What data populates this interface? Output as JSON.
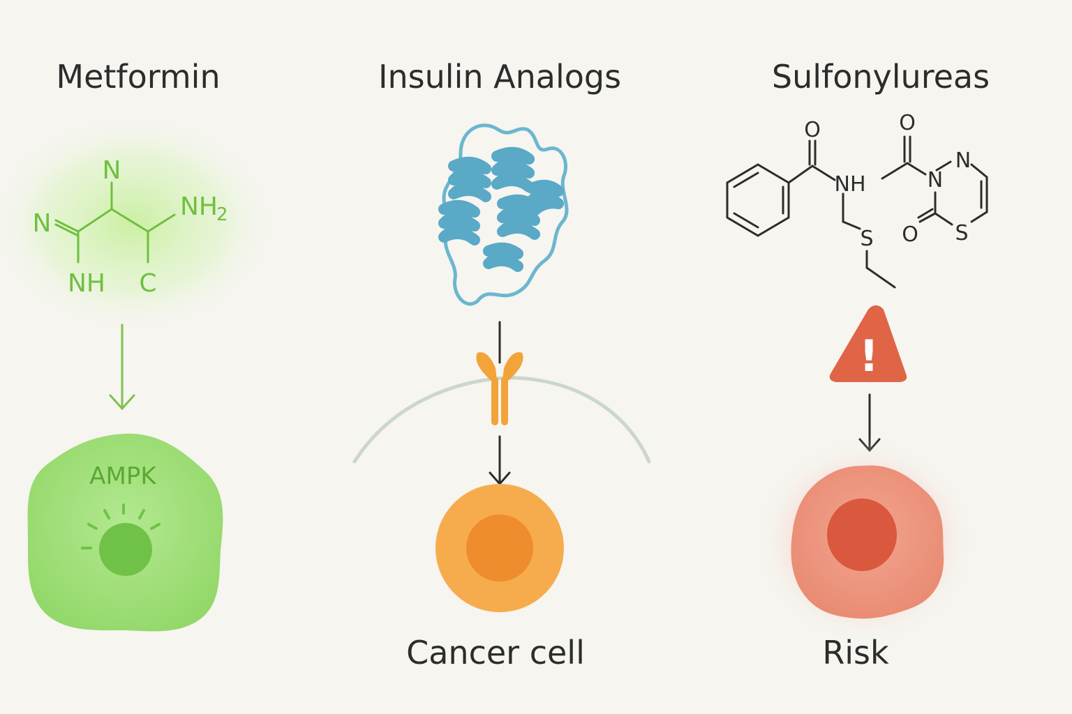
{
  "panels": {
    "metformin": {
      "title": "Metformin",
      "atoms": {
        "n_top": "N",
        "n_left": "N",
        "nh2": "NH",
        "nh2_sub": "2",
        "nh": "NH",
        "c": "C"
      },
      "target_label": "AMPK",
      "color": "#7cc24a"
    },
    "insulin": {
      "title": "Insulin Analogs",
      "cell_label": "Cancer cell",
      "protein_color": "#5aa9c6",
      "receptor_color": "#f2a33a",
      "cell_color": "#f4a848"
    },
    "sulfonylureas": {
      "title": "Sulfonylureas",
      "atoms": {
        "o1": "O",
        "o2": "O",
        "o3": "O",
        "nh": "NH",
        "n_ring": "N",
        "n_top": "N",
        "s_chain": "S",
        "s_ring": "S"
      },
      "warning_glyph": "!",
      "cell_label": "Risk",
      "warning_color": "#e06446",
      "cell_color": "#e57a66"
    }
  }
}
